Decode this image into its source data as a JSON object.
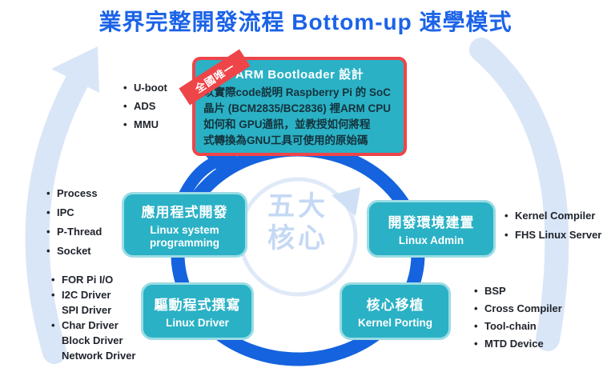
{
  "title": "業界完整開發流程 Bottom-up 速學模式",
  "center": {
    "line1": "五大",
    "line2": "核心"
  },
  "arm_box": {
    "badge": "全國唯一",
    "title": "ARM Bootloader  設計",
    "desc_lines": [
      "以實際code説明 Raspberry Pi 的 SoC",
      "晶片 (BCM2835/BC2836) 裡ARM CPU",
      "如何和 GPU通訊，並教授如何將程",
      "式轉換為GNU工具可使用的原始碼"
    ]
  },
  "nodes": {
    "app": {
      "title": "應用程式開發",
      "sub": [
        "Linux system",
        "programming"
      ]
    },
    "env": {
      "title": "開發環境建置",
      "sub": [
        "Linux Admin"
      ]
    },
    "driver": {
      "title": "驅動程式撰寫",
      "sub": [
        "Linux Driver"
      ]
    },
    "kernel": {
      "title": "核心移植",
      "sub": [
        "Kernel Porting"
      ]
    }
  },
  "lists": {
    "arm_side": [
      "U-boot",
      "ADS",
      "MMU"
    ],
    "app_side": [
      "Process",
      "IPC",
      "P-Thread",
      "Socket"
    ],
    "driver_side": [
      "FOR Pi  I/O",
      "I2C Driver",
      "SPI Driver",
      "Char Driver",
      "Block Driver",
      "Network Driver"
    ],
    "env_side": [
      "Kernel Compiler",
      "FHS Linux Server"
    ],
    "kernel_side": [
      "BSP",
      "Cross Compiler",
      "Tool-chain",
      "MTD Device"
    ]
  },
  "colors": {
    "title_blue": "#1b63e8",
    "ring_blue": "#1563de",
    "node_teal": "#2ab1c5",
    "highlight_red": "#ee4549",
    "pale_arc": "#d9e6f7",
    "center_text": "#c5d8f4"
  }
}
